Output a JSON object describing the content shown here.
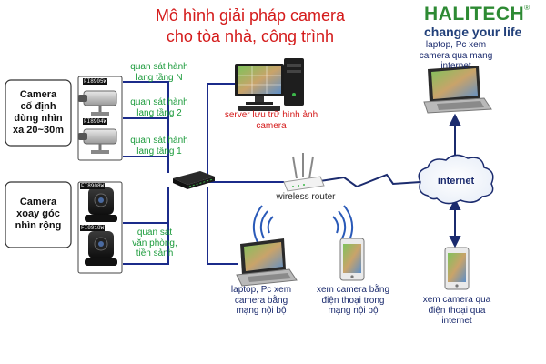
{
  "title": {
    "line1": "Mô hình giải pháp camera",
    "line2": "cho tòa nhà, công trình"
  },
  "brand": {
    "name": "HALITECH",
    "registered": "®",
    "slogan": "change your life"
  },
  "fixed_camera_group": {
    "label_lines": [
      "Camera",
      "cố định",
      "dùng nhìn",
      "xa 20~30m"
    ],
    "models": [
      "FI8905W",
      "FI8904W"
    ]
  },
  "ptz_camera_group": {
    "label_lines": [
      "Camera",
      "xoay góc",
      "nhìn rộng"
    ],
    "models": [
      "FI8908W",
      "FI8918W"
    ]
  },
  "links": {
    "floor_n": [
      "quan sát hành",
      "lang tầng N"
    ],
    "floor_2": [
      "quan sát hành",
      "lang tầng 2"
    ],
    "floor_1": [
      "quan sát hành",
      "lang tầng 1"
    ],
    "office": [
      "quan sát",
      "văn phòng,",
      "tiền sảnh"
    ]
  },
  "server": {
    "label_lines": [
      "server lưu trữ hình ảnh",
      "camera"
    ]
  },
  "router": {
    "label": "wireless router"
  },
  "internet": {
    "label": "internet"
  },
  "remote_laptop": {
    "label_lines": [
      "laptop, Pc xem",
      "camera qua mạng",
      "internet"
    ]
  },
  "remote_phone": {
    "label_lines": [
      "xem camera qua",
      "điện thoại qua",
      "internet"
    ]
  },
  "local_laptop": {
    "label_lines": [
      "laptop, Pc xem",
      "camera bằng",
      "mạng nội bộ"
    ]
  },
  "local_phone": {
    "label_lines": [
      "xem camera bằng",
      "điện thoại trong",
      "mạng nội bộ"
    ]
  },
  "colors": {
    "title": "#d41a1a",
    "brand_green": "#2d8a33",
    "brand_navy": "#22407a",
    "link_text_green": "#1a9a3a",
    "server_text_red": "#d41a1a",
    "cable_blue": "#1b2b8a",
    "wifi_blue": "#2a5ab8"
  }
}
